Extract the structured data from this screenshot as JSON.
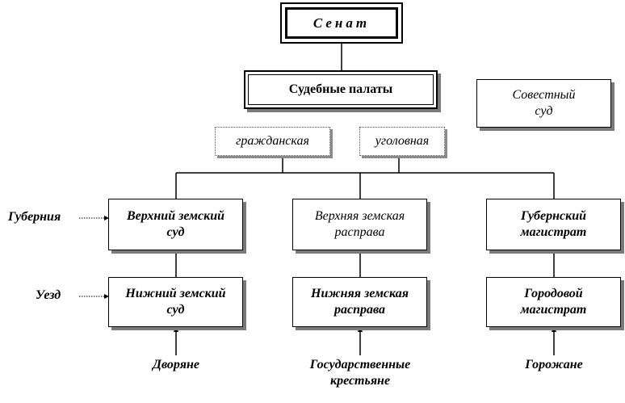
{
  "senate": "Сенат",
  "chambers": "Судебные палаты",
  "civil": "гражданская",
  "criminal": "уголовная",
  "conscience_court": [
    "Совестный",
    "суд"
  ],
  "levels": {
    "guberniya": "Губерния",
    "uezd": "Уезд"
  },
  "upper": [
    [
      "Верхний земский",
      "суд"
    ],
    [
      "Верхняя земская",
      "расправа"
    ],
    [
      "Губернский",
      "магистрат"
    ]
  ],
  "lower": [
    [
      "Нижний земский",
      "суд"
    ],
    [
      "Нижняя земская",
      "расправа"
    ],
    [
      "Городовой",
      "магистрат"
    ]
  ],
  "estates": [
    [
      "Дворяне"
    ],
    [
      "Государственные",
      "крестьяне"
    ],
    [
      "Горожане"
    ]
  ]
}
